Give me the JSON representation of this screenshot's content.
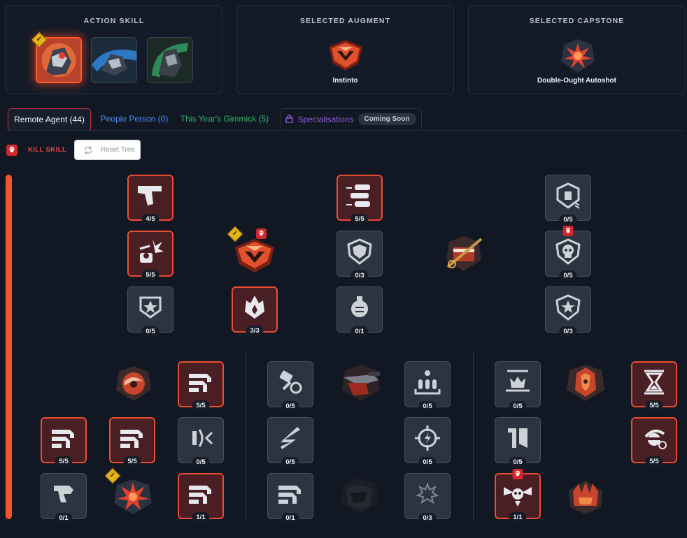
{
  "panels": {
    "action_skill": {
      "title": "ACTION SKILL"
    },
    "augment": {
      "title": "SELECTED AUGMENT",
      "label": "Instinto"
    },
    "capstone": {
      "title": "SELECTED CAPSTONE",
      "label": "Double-Ought Autoshot"
    }
  },
  "tabs": [
    {
      "label": "Remote Agent (44)",
      "color": "#f2f4f7"
    },
    {
      "label": "People Person (0)",
      "color": "#4b8ef0"
    },
    {
      "label": "This Year's Gimmick (5)",
      "color": "#37b36d"
    },
    {
      "label": "Specialisations",
      "badge": "Coming Soon",
      "color": "#8d5cd8"
    }
  ],
  "toolbar": {
    "kill_skill_label": "KILL SKILL",
    "reset_label": "Reset Tree"
  },
  "progress": {
    "fraction": 1.0
  },
  "colors": {
    "accent": "#ea4c31",
    "kill": "#d3272d",
    "check": "#e7b416"
  },
  "nodes": [
    {
      "id": "n1",
      "pts": "4/5",
      "icon": "pistol-icon"
    },
    {
      "id": "n2",
      "pts": "5/5",
      "icon": "ammo-icon"
    },
    {
      "id": "n3",
      "pts": "0/5",
      "icon": "cycle-shield-icon"
    },
    {
      "id": "n4",
      "pts": "5/5",
      "icon": "explosion-hand-icon"
    },
    {
      "id": "n5",
      "pts": "0/3",
      "icon": "shield-badge-icon"
    },
    {
      "id": "n6",
      "pts": "0/5",
      "icon": "skull-icon"
    },
    {
      "id": "n7",
      "pts": "0/5",
      "icon": "star-shield-icon"
    },
    {
      "id": "n8",
      "pts": "3/3",
      "icon": "flame-icon"
    },
    {
      "id": "n9",
      "pts": "0/1",
      "icon": "grenade-icon"
    },
    {
      "id": "n10",
      "pts": "0/3",
      "icon": "star-shield-icon"
    },
    {
      "id": "n11",
      "pts": "5/5",
      "icon": "bullets-icon"
    },
    {
      "id": "n12",
      "pts": "5/5",
      "icon": "bullets-icon"
    },
    {
      "id": "n13",
      "pts": "5/5",
      "icon": "bullets-icon"
    },
    {
      "id": "n14",
      "pts": "0/5",
      "icon": "sound-icon"
    },
    {
      "id": "n15",
      "pts": "0/1",
      "icon": "ammo-curl-icon"
    },
    {
      "id": "n16",
      "pts": "1/1",
      "icon": "bullets-icon"
    },
    {
      "id": "n17",
      "pts": "0/5",
      "icon": "tools-icon"
    },
    {
      "id": "n18",
      "pts": "0/5",
      "icon": "biohazard-icon"
    },
    {
      "id": "n19",
      "pts": "0/5",
      "icon": "zigzag-icon"
    },
    {
      "id": "n20",
      "pts": "0/5",
      "icon": "target-icon"
    },
    {
      "id": "n21",
      "pts": "0/1",
      "icon": "bullets-icon"
    },
    {
      "id": "n22",
      "pts": "0/3",
      "icon": "blast-icon"
    },
    {
      "id": "n23",
      "pts": "0/5",
      "icon": "crown-icon"
    },
    {
      "id": "n24",
      "pts": "5/5",
      "icon": "hourglass-icon"
    },
    {
      "id": "n25",
      "pts": "0/5",
      "icon": "door-icon"
    },
    {
      "id": "n26",
      "pts": "5/5",
      "icon": "ninja-icon"
    },
    {
      "id": "n27",
      "pts": "1/1",
      "icon": "winged-skull-icon"
    }
  ]
}
